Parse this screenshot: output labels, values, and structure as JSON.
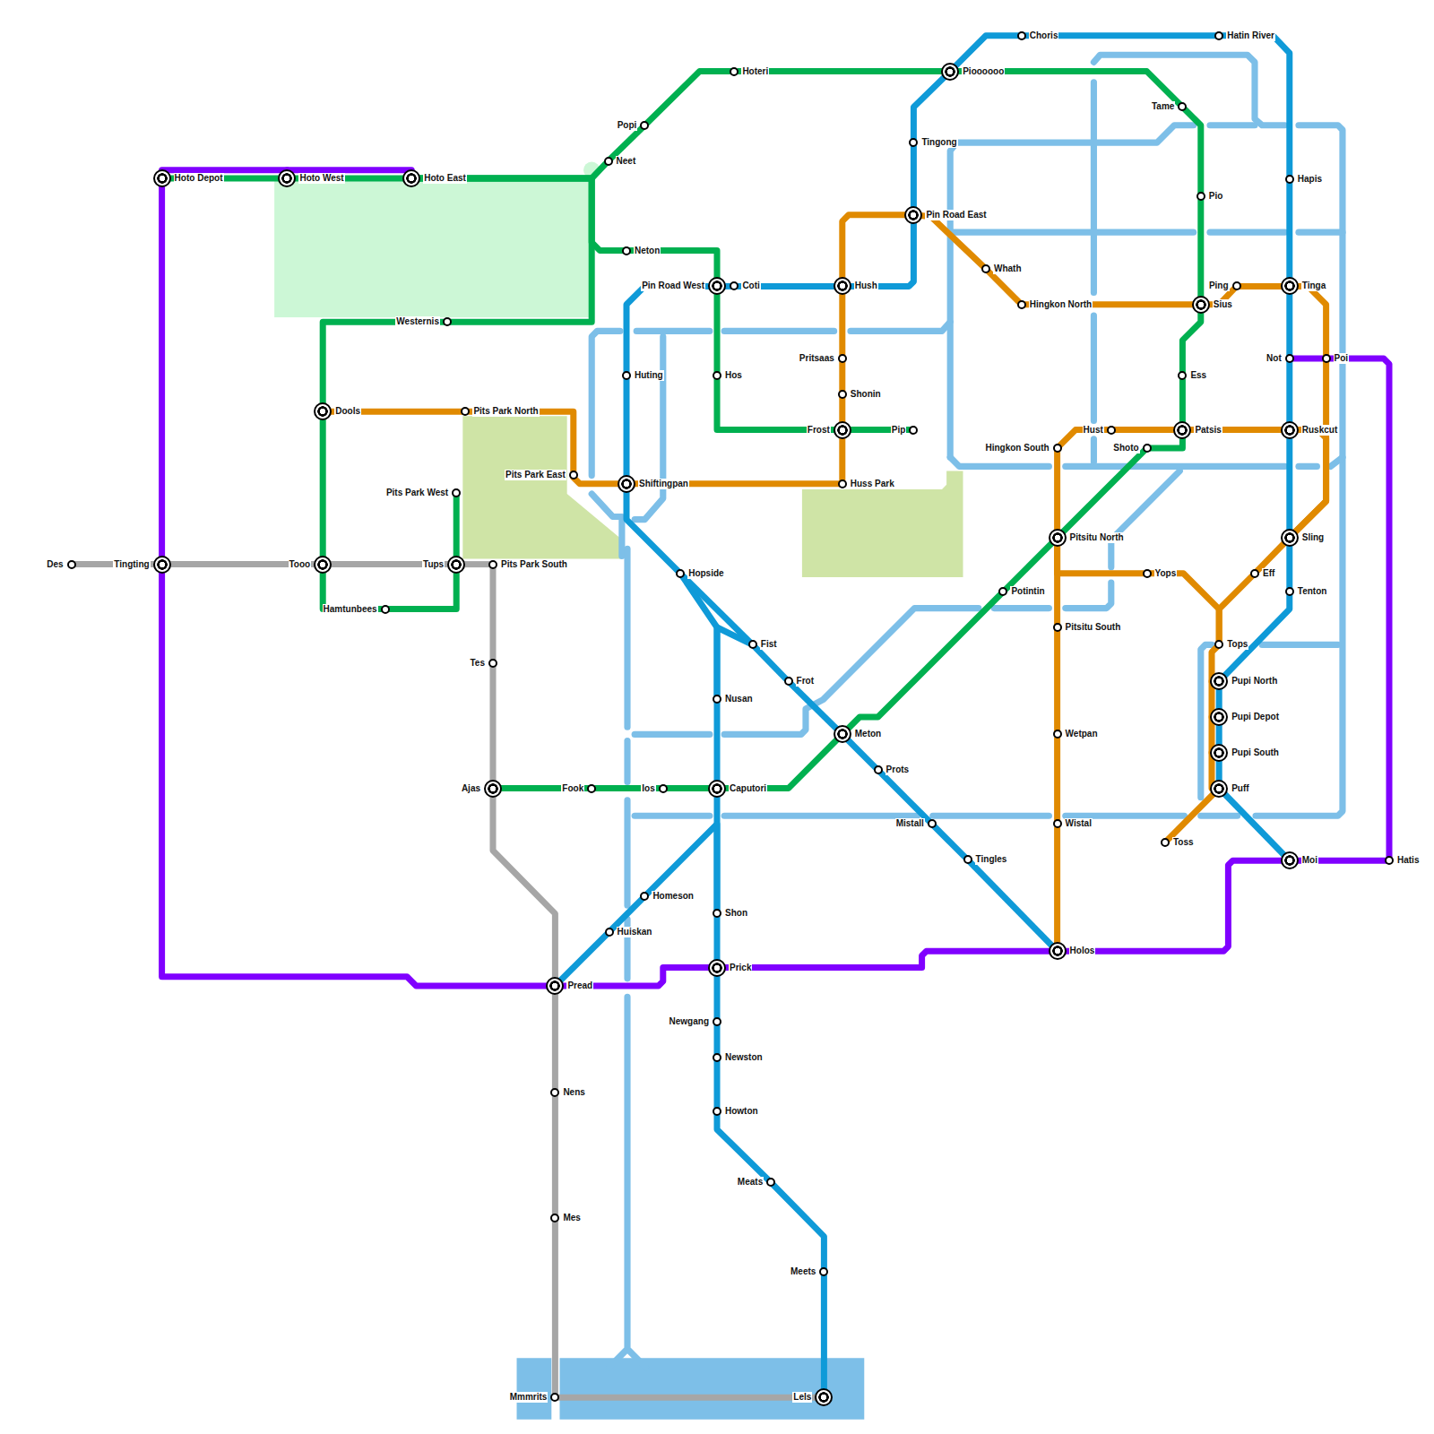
{
  "diagram": {
    "nodes": [
      {
        "text": [
          "Hoto Depot"
        ]
      },
      {
        "text": [
          "Hoto West"
        ]
      },
      {
        "text": [
          "Hoto East"
        ]
      },
      {
        "text": [
          "Neet"
        ]
      },
      {
        "text": [
          "Popi"
        ]
      },
      {
        "text": [
          "Hoteri"
        ]
      },
      {
        "text": [
          "Pioooooo"
        ]
      },
      {
        "text": [
          "Choris"
        ]
      },
      {
        "text": [
          "Hatin River"
        ]
      },
      {
        "text": [
          "Tame"
        ]
      },
      {
        "text": [
          "Hapis"
        ]
      },
      {
        "text": [
          "Tingong"
        ]
      },
      {
        "text": [
          "Pio"
        ]
      },
      {
        "text": [
          "Pin Road East"
        ]
      },
      {
        "text": [
          "Neton"
        ]
      },
      {
        "text": [
          "Whath"
        ]
      },
      {
        "text": [
          "Pin Road West"
        ]
      },
      {
        "text": [
          "Coti"
        ]
      },
      {
        "text": [
          "Hush"
        ]
      },
      {
        "text": [
          "Ping"
        ]
      },
      {
        "text": [
          "Tinga"
        ]
      },
      {
        "text": [
          "Hingkon North"
        ]
      },
      {
        "text": [
          "Sius"
        ]
      },
      {
        "text": [
          "Westernis"
        ]
      },
      {
        "text": [
          "Pritsaas"
        ]
      },
      {
        "text": [
          "Not"
        ]
      },
      {
        "text": [
          "Poi"
        ]
      },
      {
        "text": [
          "Huting"
        ]
      },
      {
        "text": [
          "Hos"
        ]
      },
      {
        "text": [
          "Ess"
        ]
      },
      {
        "text": [
          "Shonin"
        ]
      },
      {
        "text": [
          "Dools"
        ]
      },
      {
        "text": [
          "Pits Park North"
        ]
      },
      {
        "text": [
          "Frost"
        ]
      },
      {
        "text": [
          "Pip"
        ]
      },
      {
        "text": [
          "Hust"
        ]
      },
      {
        "text": [
          "Patsis"
        ]
      },
      {
        "text": [
          "Ruskcut"
        ]
      },
      {
        "text": [
          "Hingkon South"
        ]
      },
      {
        "text": [
          "Shoto"
        ]
      },
      {
        "text": [
          "Pits Park East"
        ]
      },
      {
        "text": [
          "Shiftingpan"
        ]
      },
      {
        "text": [
          "Huss Park"
        ]
      },
      {
        "text": [
          "Pits Park West"
        ]
      },
      {
        "text": [
          "Pitsitu North"
        ]
      },
      {
        "text": [
          "Sling"
        ]
      },
      {
        "text": [
          "Des"
        ]
      },
      {
        "text": [
          "Tingting"
        ]
      },
      {
        "text": [
          "Tooo"
        ]
      },
      {
        "text": [
          "Tups"
        ]
      },
      {
        "text": [
          "Pits Park South"
        ]
      },
      {
        "text": [
          "Hopside"
        ]
      },
      {
        "text": [
          "Yops"
        ]
      },
      {
        "text": [
          "Eff"
        ]
      },
      {
        "text": [
          "Potintin"
        ]
      },
      {
        "text": [
          "Tenton"
        ]
      },
      {
        "text": [
          "Hamtunbees"
        ]
      },
      {
        "text": [
          "Pitsitu South"
        ]
      },
      {
        "text": [
          "Fist"
        ]
      },
      {
        "text": [
          "Tops"
        ]
      },
      {
        "text": [
          "Tes"
        ]
      },
      {
        "text": [
          "Frot"
        ]
      },
      {
        "text": [
          "Pupi North"
        ]
      },
      {
        "text": [
          "Nusan"
        ]
      },
      {
        "text": [
          "Pupi Depot"
        ]
      },
      {
        "text": [
          "Meton"
        ]
      },
      {
        "text": [
          "Wetpan"
        ]
      },
      {
        "text": [
          "Pupi South"
        ]
      },
      {
        "text": [
          "Prots"
        ]
      },
      {
        "text": [
          "Ajas"
        ]
      },
      {
        "text": [
          "Fook"
        ]
      },
      {
        "text": [
          "Ios"
        ]
      },
      {
        "text": [
          "Caputori"
        ]
      },
      {
        "text": [
          "Puff"
        ]
      },
      {
        "text": [
          "Mistall"
        ]
      },
      {
        "text": [
          "Wistal"
        ]
      },
      {
        "text": [
          "Toss"
        ]
      },
      {
        "text": [
          "Tingles"
        ]
      },
      {
        "text": [
          "Moi"
        ]
      },
      {
        "text": [
          "Hatis"
        ]
      },
      {
        "text": [
          "Homeson"
        ]
      },
      {
        "text": [
          "Shon"
        ]
      },
      {
        "text": [
          "Huiskan"
        ]
      },
      {
        "text": [
          "Holos"
        ]
      },
      {
        "text": [
          "Prick"
        ]
      },
      {
        "text": [
          "Pread"
        ]
      },
      {
        "text": [
          "Newgang"
        ]
      },
      {
        "text": [
          "Newston"
        ]
      },
      {
        "text": [
          "Nens"
        ]
      },
      {
        "text": [
          "Howton"
        ]
      },
      {
        "text": [
          "Meats"
        ]
      },
      {
        "text": [
          "Mes"
        ]
      },
      {
        "text": [
          "Meets"
        ]
      },
      {
        "text": [
          "Mmmrits"
        ]
      },
      {
        "text": [
          "Lels"
        ]
      }
    ],
    "edges": [
      {
        "from": 0,
        "to": 1,
        "arrow": "none"
      },
      {
        "from": 1,
        "to": 2,
        "arrow": "none"
      },
      {
        "from": 0,
        "to": 47,
        "arrow": "none"
      },
      {
        "from": 47,
        "to": 85,
        "arrow": "none"
      },
      {
        "from": 85,
        "to": 84,
        "arrow": "none"
      },
      {
        "from": 84,
        "to": 83,
        "arrow": "none"
      },
      {
        "from": 83,
        "to": 78,
        "arrow": "none"
      },
      {
        "from": 78,
        "to": 79,
        "arrow": "none"
      },
      {
        "from": 79,
        "to": 26,
        "arrow": "none"
      },
      {
        "from": 26,
        "to": 25,
        "arrow": "none"
      },
      {
        "from": 0,
        "to": 1,
        "arrow": "none"
      },
      {
        "from": 1,
        "to": 2,
        "arrow": "none"
      },
      {
        "from": 2,
        "to": 3,
        "arrow": "none"
      },
      {
        "from": 3,
        "to": 4,
        "arrow": "none"
      },
      {
        "from": 4,
        "to": 5,
        "arrow": "none"
      },
      {
        "from": 5,
        "to": 6,
        "arrow": "none"
      },
      {
        "from": 6,
        "to": 9,
        "arrow": "none"
      },
      {
        "from": 9,
        "to": 12,
        "arrow": "none"
      },
      {
        "from": 12,
        "to": 22,
        "arrow": "none"
      },
      {
        "from": 22,
        "to": 29,
        "arrow": "none"
      },
      {
        "from": 29,
        "to": 36,
        "arrow": "none"
      },
      {
        "from": 36,
        "to": 39,
        "arrow": "none"
      },
      {
        "from": 39,
        "to": 44,
        "arrow": "none"
      },
      {
        "from": 44,
        "to": 54,
        "arrow": "none"
      },
      {
        "from": 54,
        "to": 65,
        "arrow": "none"
      },
      {
        "from": 65,
        "to": 72,
        "arrow": "none"
      },
      {
        "from": 72,
        "to": 71,
        "arrow": "none"
      },
      {
        "from": 71,
        "to": 70,
        "arrow": "none"
      },
      {
        "from": 70,
        "to": 69,
        "arrow": "none"
      },
      {
        "from": 2,
        "to": 14,
        "arrow": "none"
      },
      {
        "from": 14,
        "to": 16,
        "arrow": "none"
      },
      {
        "from": 16,
        "to": 28,
        "arrow": "none"
      },
      {
        "from": 28,
        "to": 33,
        "arrow": "none"
      },
      {
        "from": 33,
        "to": 34,
        "arrow": "none"
      },
      {
        "from": 2,
        "to": 23,
        "arrow": "none"
      },
      {
        "from": 23,
        "to": 31,
        "arrow": "none"
      },
      {
        "from": 31,
        "to": 48,
        "arrow": "none"
      },
      {
        "from": 48,
        "to": 56,
        "arrow": "none"
      },
      {
        "from": 56,
        "to": 49,
        "arrow": "none"
      },
      {
        "from": 49,
        "to": 43,
        "arrow": "none"
      },
      {
        "from": 31,
        "to": 32,
        "arrow": "none"
      },
      {
        "from": 32,
        "to": 40,
        "arrow": "none"
      },
      {
        "from": 40,
        "to": 41,
        "arrow": "none"
      },
      {
        "from": 41,
        "to": 42,
        "arrow": "none"
      },
      {
        "from": 42,
        "to": 33,
        "arrow": "none"
      },
      {
        "from": 33,
        "to": 30,
        "arrow": "none"
      },
      {
        "from": 30,
        "to": 24,
        "arrow": "none"
      },
      {
        "from": 24,
        "to": 18,
        "arrow": "none"
      },
      {
        "from": 18,
        "to": 13,
        "arrow": "none"
      },
      {
        "from": 13,
        "to": 15,
        "arrow": "none"
      },
      {
        "from": 15,
        "to": 21,
        "arrow": "none"
      },
      {
        "from": 21,
        "to": 22,
        "arrow": "none"
      },
      {
        "from": 22,
        "to": 19,
        "arrow": "none"
      },
      {
        "from": 19,
        "to": 20,
        "arrow": "none"
      },
      {
        "from": 20,
        "to": 26,
        "arrow": "none"
      },
      {
        "from": 26,
        "to": 45,
        "arrow": "none"
      },
      {
        "from": 45,
        "to": 53,
        "arrow": "none"
      },
      {
        "from": 53,
        "to": 59,
        "arrow": "none"
      },
      {
        "from": 59,
        "to": 62,
        "arrow": "none"
      },
      {
        "from": 62,
        "to": 64,
        "arrow": "none"
      },
      {
        "from": 64,
        "to": 67,
        "arrow": "none"
      },
      {
        "from": 67,
        "to": 73,
        "arrow": "none"
      },
      {
        "from": 73,
        "to": 76,
        "arrow": "none"
      },
      {
        "from": 83,
        "to": 75,
        "arrow": "none"
      },
      {
        "from": 75,
        "to": 66,
        "arrow": "none"
      },
      {
        "from": 66,
        "to": 57,
        "arrow": "none"
      },
      {
        "from": 57,
        "to": 44,
        "arrow": "none"
      },
      {
        "from": 44,
        "to": 38,
        "arrow": "none"
      },
      {
        "from": 38,
        "to": 35,
        "arrow": "none"
      },
      {
        "from": 35,
        "to": 36,
        "arrow": "none"
      },
      {
        "from": 36,
        "to": 37,
        "arrow": "none"
      },
      {
        "from": 37,
        "to": 45,
        "arrow": "none"
      },
      {
        "from": 44,
        "to": 52,
        "arrow": "none"
      },
      {
        "from": 52,
        "to": 59,
        "arrow": "none"
      },
      {
        "from": 94,
        "to": 92,
        "arrow": "none"
      },
      {
        "from": 92,
        "to": 90,
        "arrow": "none"
      },
      {
        "from": 90,
        "to": 89,
        "arrow": "none"
      },
      {
        "from": 89,
        "to": 87,
        "arrow": "none"
      },
      {
        "from": 87,
        "to": 86,
        "arrow": "none"
      },
      {
        "from": 86,
        "to": 84,
        "arrow": "none"
      },
      {
        "from": 84,
        "to": 81,
        "arrow": "none"
      },
      {
        "from": 81,
        "to": 72,
        "arrow": "none"
      },
      {
        "from": 72,
        "to": 63,
        "arrow": "none"
      },
      {
        "from": 63,
        "to": 51,
        "arrow": "none"
      },
      {
        "from": 63,
        "to": 58,
        "arrow": "none"
      },
      {
        "from": 81,
        "to": 80,
        "arrow": "none"
      },
      {
        "from": 80,
        "to": 82,
        "arrow": "none"
      },
      {
        "from": 82,
        "to": 85,
        "arrow": "none"
      },
      {
        "from": 16,
        "to": 27,
        "arrow": "none"
      },
      {
        "from": 27,
        "to": 41,
        "arrow": "none"
      },
      {
        "from": 41,
        "to": 51,
        "arrow": "none"
      },
      {
        "from": 51,
        "to": 58,
        "arrow": "none"
      },
      {
        "from": 58,
        "to": 61,
        "arrow": "none"
      },
      {
        "from": 61,
        "to": 65,
        "arrow": "none"
      },
      {
        "from": 65,
        "to": 68,
        "arrow": "none"
      },
      {
        "from": 68,
        "to": 74,
        "arrow": "none"
      },
      {
        "from": 74,
        "to": 77,
        "arrow": "none"
      },
      {
        "from": 77,
        "to": 83,
        "arrow": "none"
      },
      {
        "from": 16,
        "to": 17,
        "arrow": "none"
      },
      {
        "from": 17,
        "to": 18,
        "arrow": "none"
      },
      {
        "from": 18,
        "to": 13,
        "arrow": "none"
      },
      {
        "from": 13,
        "to": 11,
        "arrow": "none"
      },
      {
        "from": 11,
        "to": 6,
        "arrow": "none"
      },
      {
        "from": 6,
        "to": 7,
        "arrow": "none"
      },
      {
        "from": 7,
        "to": 8,
        "arrow": "none"
      },
      {
        "from": 8,
        "to": 10,
        "arrow": "none"
      },
      {
        "from": 10,
        "to": 20,
        "arrow": "none"
      },
      {
        "from": 20,
        "to": 25,
        "arrow": "none"
      },
      {
        "from": 25,
        "to": 37,
        "arrow": "none"
      },
      {
        "from": 37,
        "to": 45,
        "arrow": "none"
      },
      {
        "from": 45,
        "to": 55,
        "arrow": "none"
      },
      {
        "from": 55,
        "to": 62,
        "arrow": "none"
      },
      {
        "from": 62,
        "to": 64,
        "arrow": "none"
      },
      {
        "from": 64,
        "to": 67,
        "arrow": "none"
      },
      {
        "from": 67,
        "to": 73,
        "arrow": "none"
      },
      {
        "from": 73,
        "to": 78,
        "arrow": "none"
      },
      {
        "from": 46,
        "to": 47,
        "arrow": "none"
      },
      {
        "from": 47,
        "to": 48,
        "arrow": "none"
      },
      {
        "from": 48,
        "to": 49,
        "arrow": "none"
      },
      {
        "from": 49,
        "to": 50,
        "arrow": "none"
      },
      {
        "from": 50,
        "to": 60,
        "arrow": "none"
      },
      {
        "from": 60,
        "to": 69,
        "arrow": "none"
      },
      {
        "from": 69,
        "to": 85,
        "arrow": "none"
      },
      {
        "from": 85,
        "to": 88,
        "arrow": "none"
      },
      {
        "from": 88,
        "to": 91,
        "arrow": "none"
      },
      {
        "from": 91,
        "to": 93,
        "arrow": "none"
      },
      {
        "from": 93,
        "to": 94,
        "arrow": "none"
      }
    ]
  }
}
